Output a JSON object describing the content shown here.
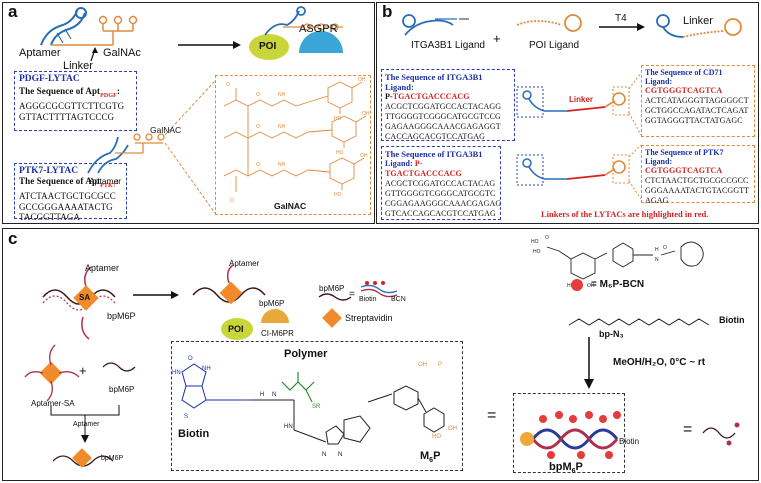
{
  "panel_a": {
    "label": "a",
    "aptamer": "Aptamer",
    "linker": "Linker",
    "galnac_top": "GalNAc",
    "poi": "POI",
    "asgpr": "ASGPR",
    "pdgf_title": "PDGF-LYTAC",
    "pdgf_seq_label": "The Sequence of Apt",
    "pdgf_sub": "PDGF",
    "pdgf_line1": "AGGGCGCGTTCTTCGTG",
    "pdgf_line2": "GTTACTTTTAGTCCCG",
    "ptk7_title": "PTK7-LYTAC",
    "ptk7_seq_label": "The Sequence of Apt",
    "ptk7_sub": "PTK7",
    "ptk7_line1": "ATCTAACTGCTGCGCC",
    "ptk7_line2": "GCCGGGAAAATACTG",
    "ptk7_line3": "TACGGTTAGA",
    "galnac_mid": "GalNAC",
    "aptamer_mid": "Aptamer",
    "galnac_bottom": "GalNAC"
  },
  "panel_b": {
    "label": "b",
    "itga_ligand": "ITGA3B1 Ligand",
    "plus": "+",
    "poi_ligand": "POI Ligand",
    "t4": "T4",
    "linker": "Linker",
    "box1_title": "The Sequence of ITGA3B1 Ligand:",
    "box1_red_prefix": "P-",
    "box1_red": "TGACTGACCCACG",
    "box1_l1": "ACGCTCGGATGCCACTACAGG",
    "box1_l2": "TTGGGGTCGGGCATGCGTCCG",
    "box1_l3": "GAGAAGGGCAAACGAGAGGT",
    "box1_l4": "CACCAGCACGTCCATGAG",
    "linker_small1": "Linker",
    "cd71_title": "The Sequence of CD71 Ligand:",
    "cd71_red": "CGTGGGTCAGTCA",
    "cd71_l1": "ACTCATAGGGTTAGGGGCT",
    "cd71_l2": "GCTGGCCAGATACTCAGAT",
    "cd71_l3": "GGTAGGGTTACTATGAGC",
    "box2_title1": "The Sequence of ITGA3B1",
    "box2_title2": "Ligand: ",
    "box2_red": "P-TGACTGACCCACG",
    "box2_l1": "ACGCTCGGATGCCACTACAG",
    "box2_l2": "GTTGGGGTCGGGCATGCGTC",
    "box2_l3": "CGGAGAAGGGCAAACGAGAG",
    "box2_l4": "GTCACCAGCACGTCCATGAG",
    "ptk7_title": "The Sequence of PTK7 Ligand:",
    "ptk7_red": "CGTGGGTCAGTCA",
    "ptk7_l1": "CTCTAACTGCTGCGCCGCC",
    "ptk7_l2": "GGGAAAATACTGTACGGTT",
    "ptk7_l3": "AGAG",
    "note": "Linkers of the LYTACs  are highlighted in red."
  },
  "panel_c": {
    "label": "c",
    "aptamer1": "Aptamer",
    "sa": "SA",
    "bpm6p": "bpM6P",
    "aptamer2": "Aptamer",
    "bpm6p2": "bpM6P",
    "poi": "POI",
    "ci_m6pr": "CI-M6PR",
    "bpm6p_legend": "bpM6P",
    "eq1": "=",
    "biotin_small": "Biotin",
    "bcn_small": "BCN",
    "streptavidin": "Streptavidin",
    "aptamer_sa": "Aptamer-SA",
    "plus": "+",
    "bpm6p3": "bpM6P",
    "aptamer3": "Aptamer",
    "bpm6p4": "bpM6P",
    "polymer": "Polymer",
    "biotin": "Biotin",
    "m6p": "M",
    "m6p_sub": "6",
    "m6p_tail": "P",
    "eq_big": "=",
    "m6p_bcn": "= M₆P-BCN",
    "biotin_chain": "Biotin",
    "bp_n3": "bp-N₃",
    "conditions": "MeOH/H₂O, 0°C ~ rt",
    "biotin_final": "Biotin",
    "bpm6p_final": "bpM",
    "bpm6p_final_sub": "6",
    "bpm6p_final_tail": "P",
    "eq_final": "="
  },
  "colors": {
    "blue": "#1a2fa8",
    "red": "#d62020",
    "orange": "#e08a3c",
    "poi_green": "#c9d63a",
    "asgpr_blue": "#3aa6d8",
    "streptavidin": "#f08a2a",
    "dna_blue": "#2a6fb5",
    "dna_red": "#b0304a",
    "green_chem": "#2e8b2e"
  }
}
